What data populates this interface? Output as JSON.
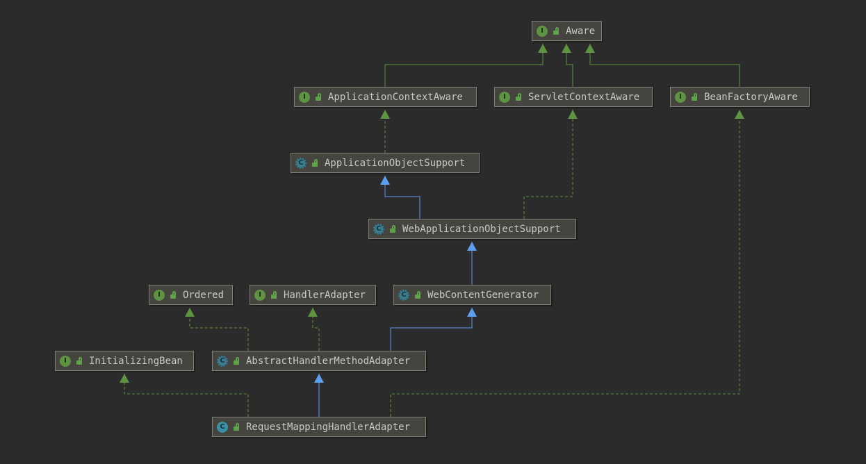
{
  "diagram": {
    "nodes": [
      {
        "id": "aware",
        "kind": "interface",
        "kind_glyph": "I",
        "name": "Aware"
      },
      {
        "id": "app_ctx_aware",
        "kind": "interface",
        "kind_glyph": "I",
        "name": "ApplicationContextAware"
      },
      {
        "id": "servlet_ctx_aware",
        "kind": "interface",
        "kind_glyph": "I",
        "name": "ServletContextAware"
      },
      {
        "id": "bean_factory_aware",
        "kind": "interface",
        "kind_glyph": "I",
        "name": "BeanFactoryAware"
      },
      {
        "id": "app_obj_support",
        "kind": "abstract",
        "kind_glyph": "C",
        "name": "ApplicationObjectSupport"
      },
      {
        "id": "web_app_obj_support",
        "kind": "abstract",
        "kind_glyph": "C",
        "name": "WebApplicationObjectSupport"
      },
      {
        "id": "ordered",
        "kind": "interface",
        "kind_glyph": "I",
        "name": "Ordered"
      },
      {
        "id": "handler_adapter",
        "kind": "interface",
        "kind_glyph": "I",
        "name": "HandlerAdapter"
      },
      {
        "id": "web_content_gen",
        "kind": "abstract",
        "kind_glyph": "C",
        "name": "WebContentGenerator"
      },
      {
        "id": "initializing_bean",
        "kind": "interface",
        "kind_glyph": "I",
        "name": "InitializingBean"
      },
      {
        "id": "abstract_hma",
        "kind": "abstract",
        "kind_glyph": "C",
        "name": "AbstractHandlerMethodAdapter"
      },
      {
        "id": "request_mapping_ha",
        "kind": "class",
        "kind_glyph": "C",
        "name": "RequestMappingHandlerAdapter"
      }
    ],
    "edges": [
      {
        "from": "app_ctx_aware",
        "to": "aware",
        "relation": "extends-interface"
      },
      {
        "from": "servlet_ctx_aware",
        "to": "aware",
        "relation": "extends-interface"
      },
      {
        "from": "bean_factory_aware",
        "to": "aware",
        "relation": "extends-interface"
      },
      {
        "from": "app_obj_support",
        "to": "app_ctx_aware",
        "relation": "implements"
      },
      {
        "from": "web_app_obj_support",
        "to": "app_obj_support",
        "relation": "extends"
      },
      {
        "from": "web_app_obj_support",
        "to": "servlet_ctx_aware",
        "relation": "implements"
      },
      {
        "from": "web_content_gen",
        "to": "web_app_obj_support",
        "relation": "extends"
      },
      {
        "from": "abstract_hma",
        "to": "ordered",
        "relation": "implements"
      },
      {
        "from": "abstract_hma",
        "to": "handler_adapter",
        "relation": "implements"
      },
      {
        "from": "abstract_hma",
        "to": "web_content_gen",
        "relation": "extends"
      },
      {
        "from": "request_mapping_ha",
        "to": "abstract_hma",
        "relation": "extends"
      },
      {
        "from": "request_mapping_ha",
        "to": "initializing_bean",
        "relation": "implements"
      },
      {
        "from": "request_mapping_ha",
        "to": "bean_factory_aware",
        "relation": "implements"
      }
    ],
    "colors": {
      "background": "#2b2b2b",
      "node_fill": "#45443f",
      "node_border": "#7e7d77",
      "text": "#c8c8c8",
      "extends_line": "#5c9ef0",
      "interface_line": "#5e9342",
      "interface_badge": "#5e9342",
      "class_badge": "#3c8fa3",
      "lock": "#5ea24a"
    }
  }
}
